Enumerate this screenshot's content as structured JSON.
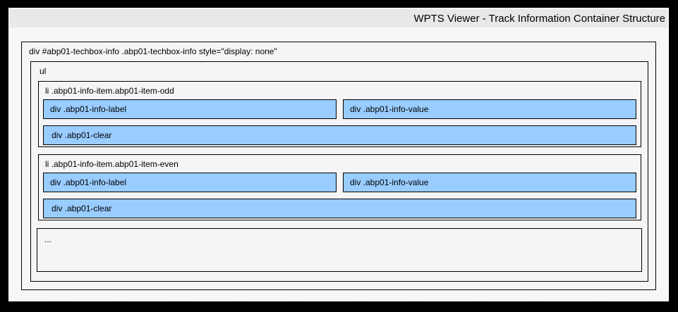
{
  "window": {
    "title": "WPTS Viewer - Track Information Container Structure"
  },
  "colors": {
    "canvas_bg": "#000000",
    "page_bg": "#f7f7f7",
    "titlebar_bg": "#e8e8e8",
    "box_fill": "#f5f5f5",
    "node_fill": "#99ccff",
    "border": "#000000"
  },
  "diagram": {
    "root_label": "div #abp01-techbox-info .abp01-techbox-info style=\"display: none\"",
    "list_label": "ul",
    "items": [
      {
        "label": "li .abp01-info-item.abp01-item-odd",
        "info_label": "div .abp01-info-label",
        "info_value": "div .abp01-info-value",
        "clear": "div .abp01-clear"
      },
      {
        "label": "li .abp01-info-item.abp01-item-even",
        "info_label": "div .abp01-info-label",
        "info_value": "div .abp01-info-value",
        "clear": "div .abp01-clear"
      }
    ],
    "ellipsis_label": "..."
  }
}
